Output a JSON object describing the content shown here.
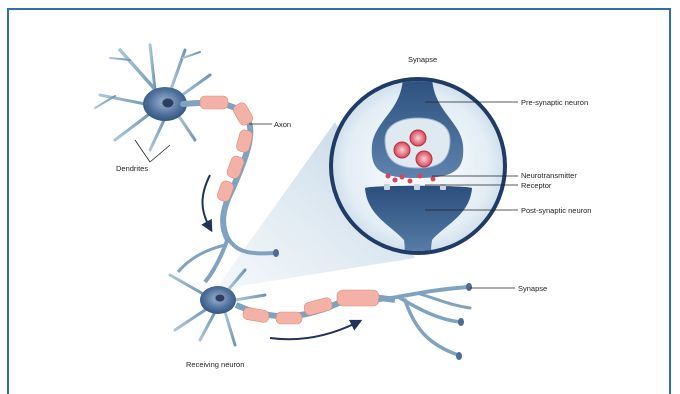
{
  "labels": {
    "synapse_top": "Synapse",
    "pre_synaptic": "Pre-synaptic neuron",
    "neurotransmitter": "Neurotransmitter",
    "receptor": "Receptor",
    "post_synaptic": "Post-synaptic neuron",
    "axon": "Axon",
    "dendrites": "Dendrites",
    "synapse_right": "Synapse",
    "receiving_neuron": "Receiving neuron"
  },
  "colors": {
    "border": "#2f6fae",
    "neuron_body": "#4d6f9a",
    "myelin": "#f2b3a6",
    "vesicle": "#e35b6c",
    "circle_bg": "#dfeaf3"
  }
}
